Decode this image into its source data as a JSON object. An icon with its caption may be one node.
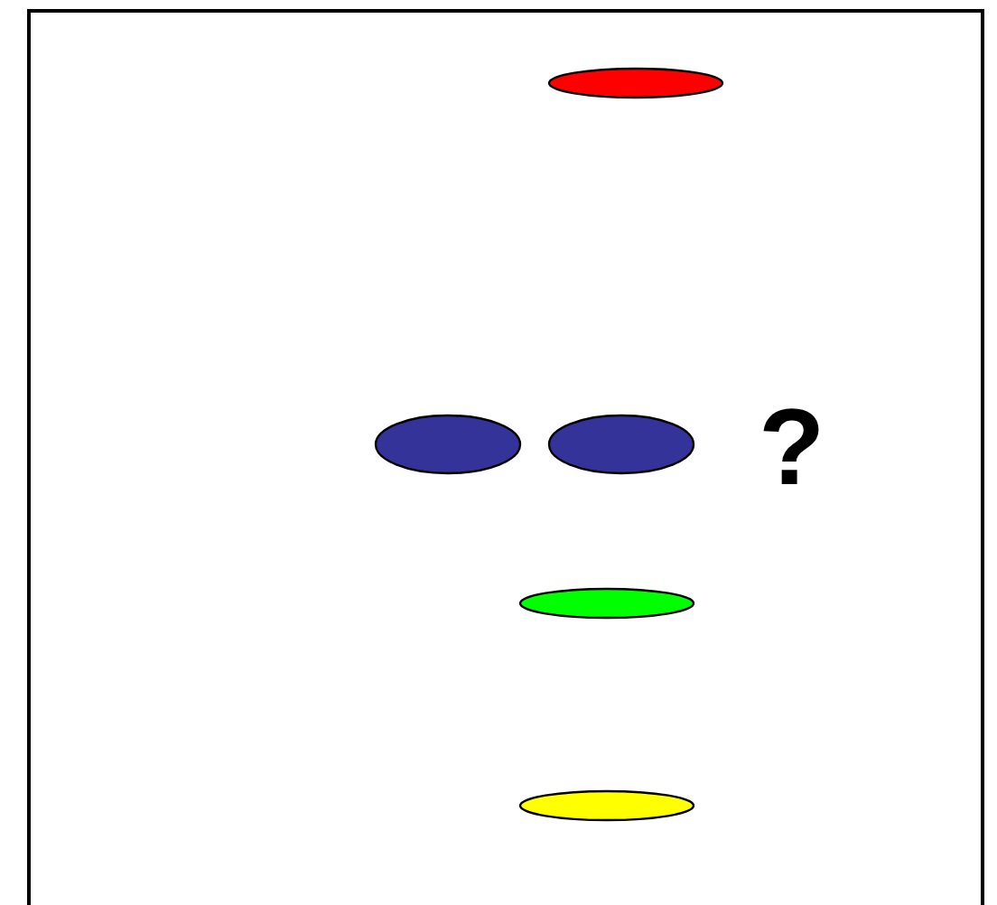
{
  "diagram": {
    "nodes": [
      {
        "text": [],
        "shape": "ellipse"
      },
      {
        "text": [],
        "shape": "ellipse"
      },
      {
        "text": [],
        "shape": "ellipse"
      },
      {
        "text": [],
        "shape": "ellipse"
      },
      {
        "text": [],
        "shape": "ellipse"
      }
    ],
    "labels": [
      "?"
    ]
  }
}
